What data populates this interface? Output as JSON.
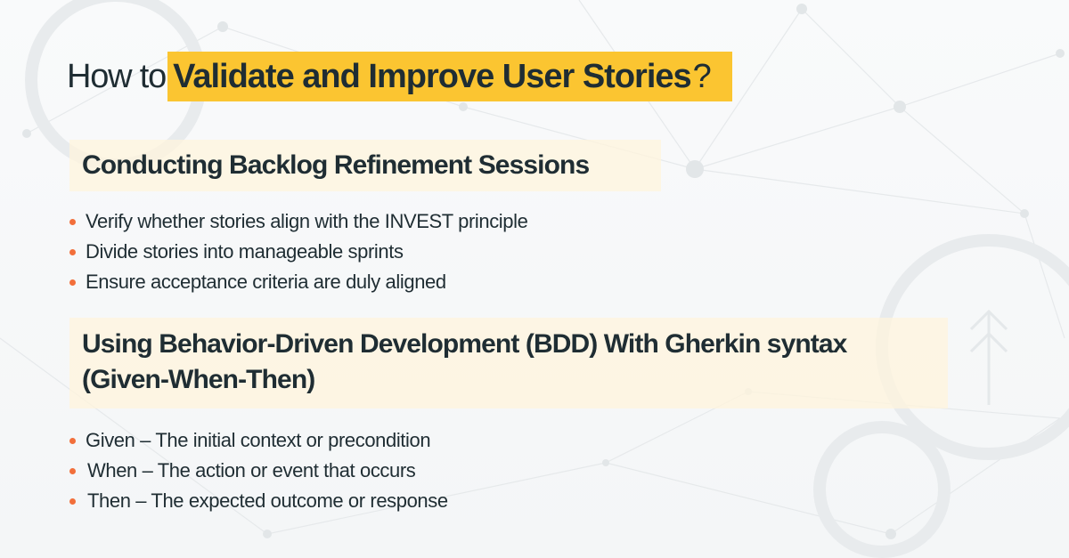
{
  "headline": {
    "prefix": "How to",
    "highlight": "Validate and Improve User Stories",
    "suffix": "?"
  },
  "sections": [
    {
      "heading": "Conducting Backlog Refinement Sessions",
      "items": [
        "Verify whether stories align with the INVEST principle",
        "Divide stories into manageable sprints",
        "Ensure acceptance criteria are duly aligned"
      ]
    },
    {
      "heading": "Using Behavior-Driven Development (BDD) With Gherkin syntax (Given-When-Then)",
      "items": [
        "Given – The initial context or precondition",
        "When – The action or event that occurs",
        "Then – The expected outcome or response"
      ]
    }
  ],
  "colors": {
    "highlight": "#fbc531",
    "bullet": "#f26f3b",
    "text": "#1f2d33",
    "section_box": "#fff4dc"
  }
}
